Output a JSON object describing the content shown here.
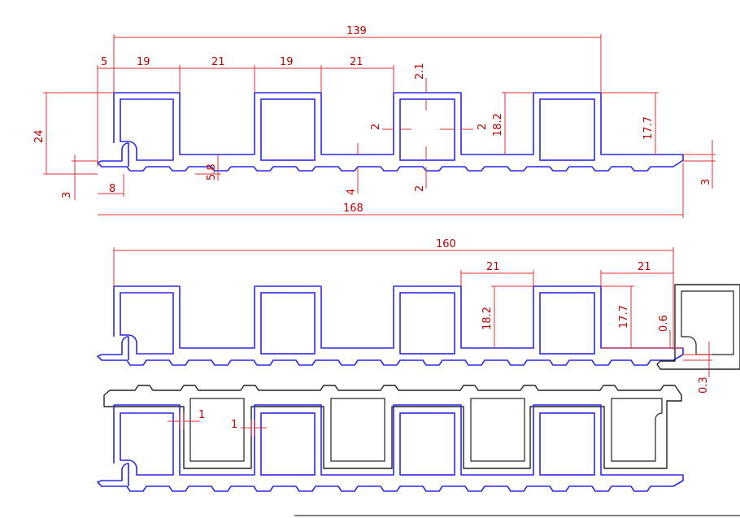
{
  "drawing": {
    "top_view_dimensions": {
      "overall_top": "139",
      "edge_offset": "5",
      "segment_1": "19",
      "segment_2": "21",
      "segment_3": "19",
      "segment_4": "21",
      "cavity_wall_top": "2.1",
      "height_total": "24",
      "wall_left": "2",
      "wall_right": "2",
      "cavity_height": "18.2",
      "cavity_height_right": "17.7",
      "groove_depth": "5.8",
      "base_thickness_left": "3",
      "base_thickness_right": "3",
      "tab_length": "8",
      "groove_width": "4",
      "bottom_wall": "2",
      "overall_bottom": "168"
    },
    "assembly_dimensions": {
      "overall": "160",
      "pitch_a": "21",
      "pitch_b": "21",
      "cavity_height": "18.2",
      "cavity_height_right": "17.7",
      "clearance_top": "0.6",
      "clearance_bottom": "0.3"
    },
    "nested_dimensions": {
      "gap_left": "1",
      "gap_right": "1"
    },
    "colors": {
      "profile_line": "#2a2ae8",
      "mating_profile_line": "#222222",
      "dimension_line": "#e03030",
      "dimension_text": "#c00000",
      "background": "#ffffff"
    }
  }
}
